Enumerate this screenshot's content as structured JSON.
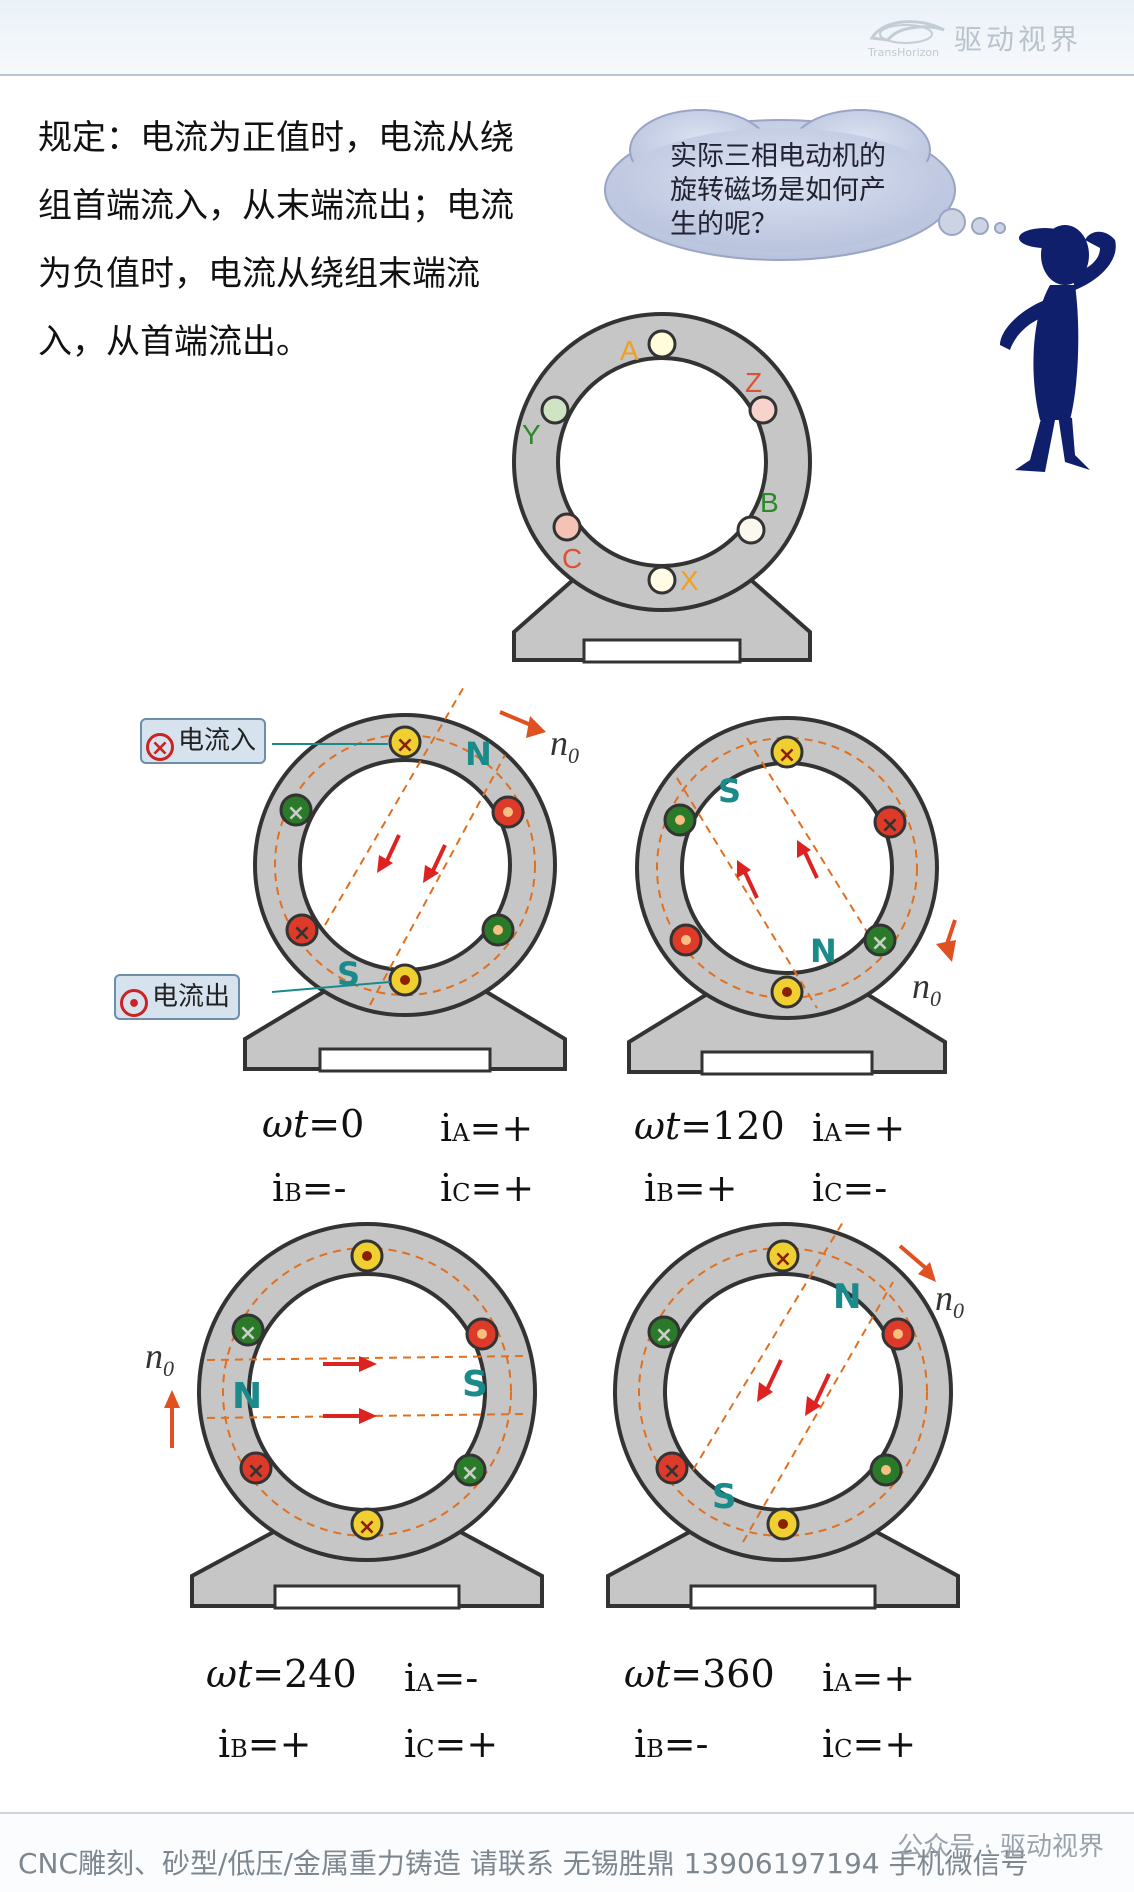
{
  "header": {
    "brand_name": "驱动视界",
    "brand_sub": "TransHorizon"
  },
  "rule_text": "规定：电流为正值时，电流从绕组首端流入，从末端流出；电流为负值时，电流从绕组末端流入，从首端流出。",
  "thought_bubble": "实际三相电动机的旋转磁场是如何产生的呢？",
  "legend": {
    "current_in": "电流入",
    "current_out": "电流出"
  },
  "slots": {
    "A": "A",
    "Z": "Z",
    "B": "B",
    "X": "X",
    "C": "C",
    "Y": "Y"
  },
  "poles": {
    "north": "N",
    "south": "S"
  },
  "speed_label": "n",
  "speed_sub": "0",
  "states": [
    {
      "wt": "0",
      "ia": "+",
      "ib": "-",
      "ic": "+"
    },
    {
      "wt": "120",
      "ia": "+",
      "ib": "+",
      "ic": "-"
    },
    {
      "wt": "240",
      "ia": "-",
      "ib": "+",
      "ic": "+"
    },
    {
      "wt": "360",
      "ia": "+",
      "ib": "-",
      "ic": "+"
    }
  ],
  "caption_parts": {
    "omega_t": "ωt=",
    "i": "i",
    "A": "A",
    "B": "B",
    "C": "C",
    "eq": "="
  },
  "footer": {
    "text": "CNC雕刻、砂型/低压/金属重力铸造 请联系 无锡胜鼎 13906197194 手机微信号",
    "account": "公众号 · 驱动视界"
  }
}
